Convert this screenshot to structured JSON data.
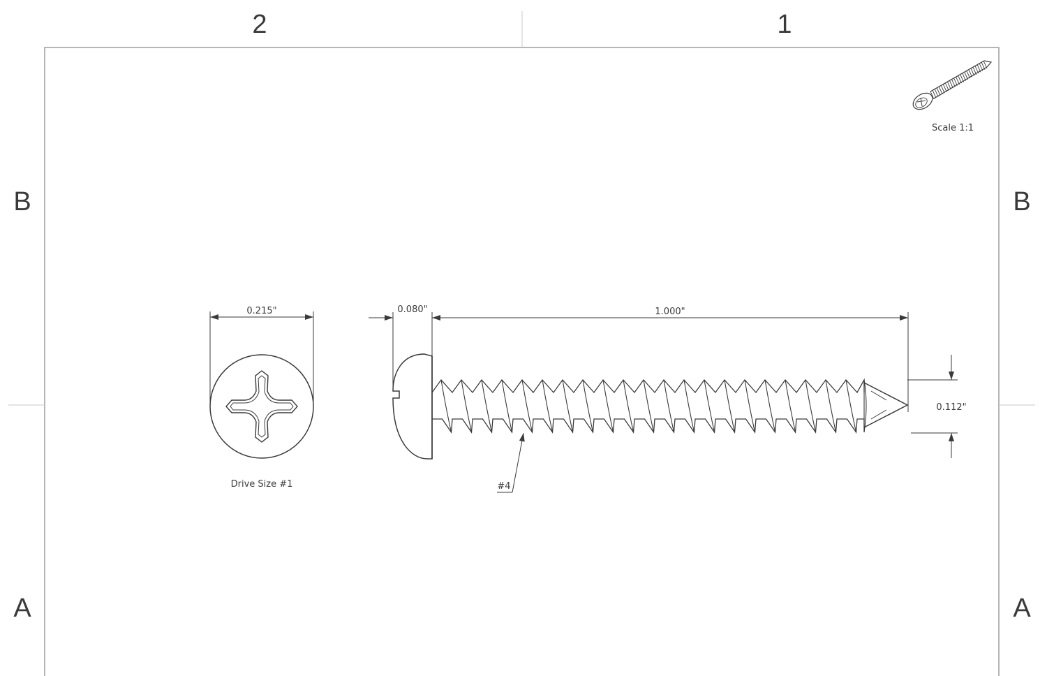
{
  "zones": {
    "columns": [
      "2",
      "1"
    ],
    "rows_left": [
      "B",
      "A"
    ],
    "rows_right": [
      "B",
      "A"
    ]
  },
  "dimensions": {
    "head_diameter": "0.215\"",
    "head_height": "0.080\"",
    "length": "1.000\"",
    "shank_diameter": "0.112\""
  },
  "notes": {
    "drive_size": "Drive Size #1",
    "screw_size": "#4",
    "iso_scale": "Scale 1:1"
  },
  "colors": {
    "line": "#3a3a3a",
    "border": "#b5b5b5",
    "background": "#ffffff"
  }
}
